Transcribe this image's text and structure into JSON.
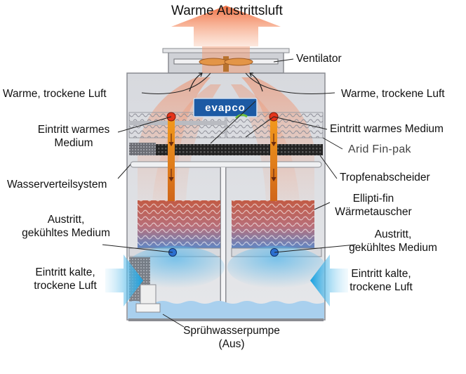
{
  "labels": {
    "title": "Warme Austrittsluft",
    "ventilator": "Ventilator",
    "warm_dry_air_left": "Warme, trockene Luft",
    "warm_dry_air_right": "Warme, trockene Luft",
    "inlet_warm_medium_left": "Eintritt warmes\nMedium",
    "inlet_warm_medium_right": "Eintritt warmes Medium",
    "arid_fin_pak": "Arid Fin-pak",
    "water_distribution": "Wasserverteilsystem",
    "drift_eliminator": "Tropfenabscheider",
    "ellipti_fin": "Ellipti-fin\nWärmetauscher",
    "outlet_cooled_left": "Austritt,\ngekühltes Medium",
    "outlet_cooled_right": "Austritt,\ngekühltes Medium",
    "inlet_cold_air_left": "Eintritt kalte,\ntrockene Luft",
    "inlet_cold_air_right": "Eintritt kalte,\ntrockene Luft",
    "spray_pump": "Sprühwasserpumpe\n(Aus)"
  },
  "logo": {
    "text": "evapco"
  },
  "colors": {
    "casing": "#d9dbe0",
    "exhaust_arrow": "#f07a4a",
    "inlet_arrow": "#2aa6e0",
    "basin": "#a9d0ee",
    "logo_bg": "#1c5aa4"
  }
}
